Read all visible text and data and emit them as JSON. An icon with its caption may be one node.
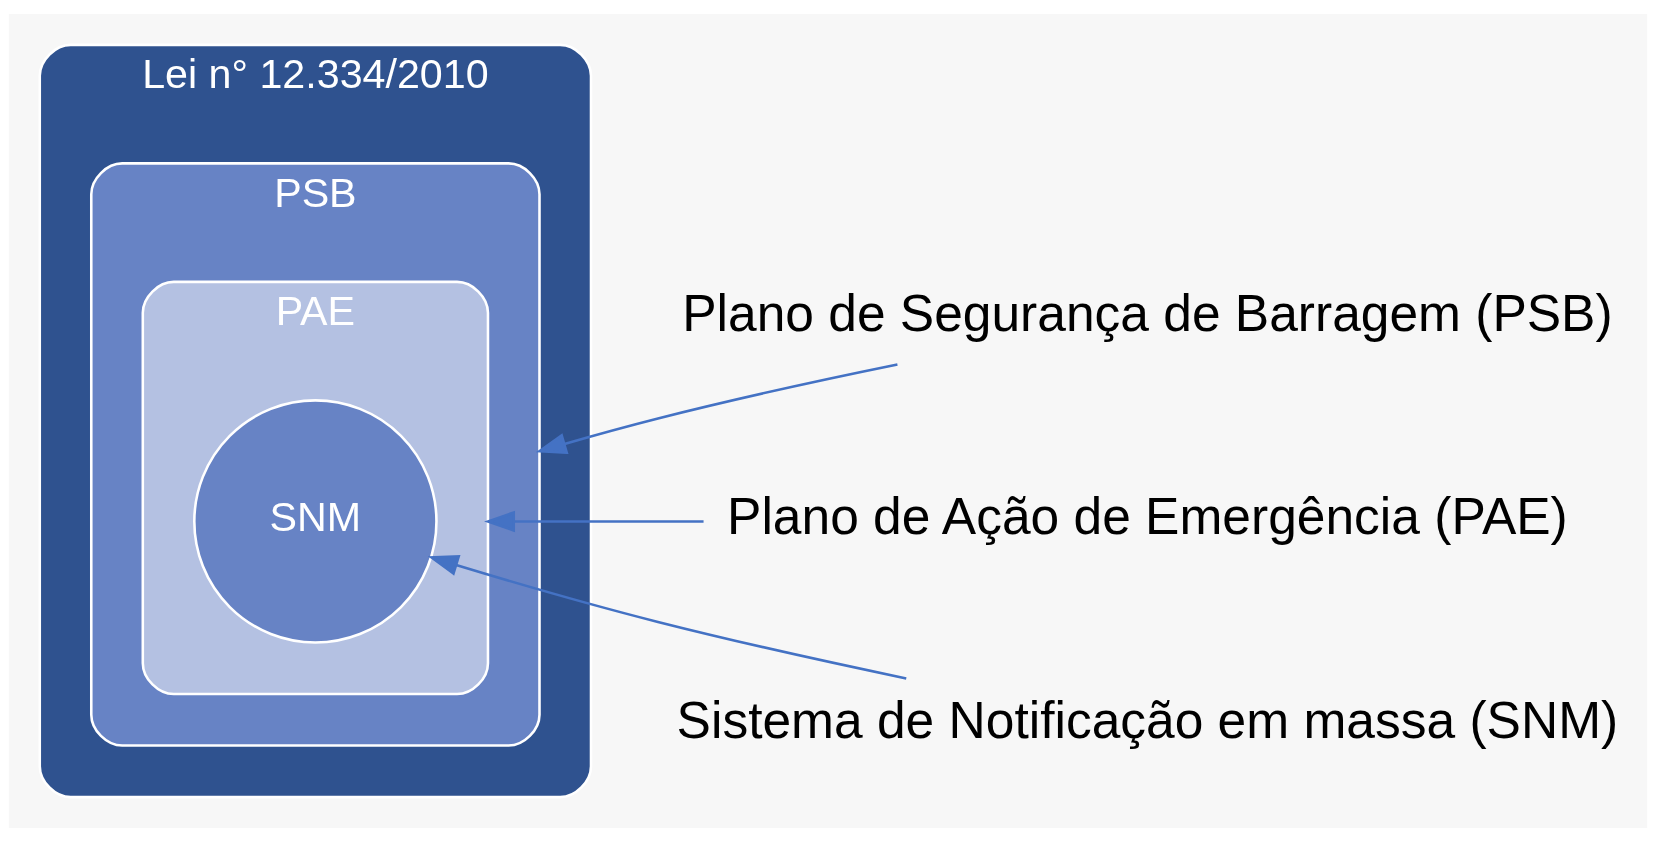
{
  "diagram": {
    "nodes": [
      {
        "text": [
          "Lei n° 12.334/2010"
        ]
      },
      {
        "text": [
          "PSB"
        ],
        "in": 0
      },
      {
        "text": [
          "PAE"
        ],
        "in": 1
      },
      {
        "text": [
          "SNM"
        ],
        "in": 2
      },
      {
        "text": [
          "Plano de Segurança de Barragem (PSB)"
        ]
      },
      {
        "text": [
          "Plano de Ação de Emergência (PAE)"
        ]
      },
      {
        "text": [
          "Sistema de Notificação em massa (SNM)"
        ]
      }
    ],
    "edges": [
      {
        "from": 4,
        "to": 1,
        "arrow": "to"
      },
      {
        "from": 5,
        "to": 2,
        "arrow": "to"
      },
      {
        "from": 6,
        "to": 3,
        "arrow": "to"
      }
    ]
  }
}
